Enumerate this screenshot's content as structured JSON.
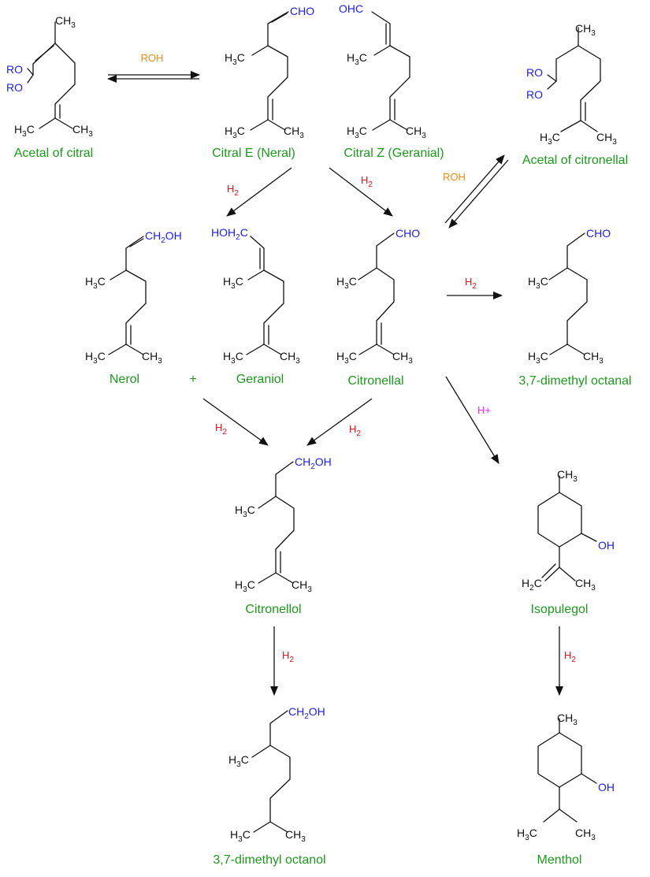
{
  "colors": {
    "bond": "#111111",
    "name": "#1c9a1c",
    "functional_group": "#1a1aff",
    "hydrogen": "#e01010",
    "alcohol_reagent": "#f08a10",
    "acid": "#ee22ee"
  },
  "compounds": {
    "acetal_citral": {
      "name": "Acetal of citral",
      "ro1": "RO",
      "ro2": "RO"
    },
    "citral_e": {
      "name": "Citral E (Neral)",
      "group": "CHO"
    },
    "citral_z": {
      "name": "Citral Z (Geranial)",
      "group": "OHC"
    },
    "acetal_citronellal": {
      "name": "Acetal of citronellal",
      "ro1": "RO",
      "ro2": "RO"
    },
    "nerol": {
      "name": "Nerol",
      "group": "CH2OH"
    },
    "geraniol": {
      "name": "Geraniol",
      "group": "HOH2C"
    },
    "citronellal": {
      "name": "Citronellal",
      "group": "CHO"
    },
    "dimethyl_octanal": {
      "name": "3,7-dimethyl octanal",
      "group": "CHO"
    },
    "citronellol": {
      "name": "Citronellol",
      "group": "CH2OH"
    },
    "isopulegol": {
      "name": "Isopulegol",
      "group": "OH"
    },
    "dimethyl_octanol": {
      "name": "3,7-dimethyl octanol",
      "group": "CH2OH"
    },
    "menthol": {
      "name": "Menthol",
      "group": "OH"
    }
  },
  "plus_sign": "+",
  "atoms": {
    "ch3": "CH3",
    "h3c": "H3C",
    "h2c": "H2C"
  },
  "reagents": {
    "roh_1": "ROH",
    "roh_2": "ROH",
    "h2_neral": "H2",
    "h2_geranial": "H2",
    "h2_citronellal": "H2",
    "h2_nerol": "H2",
    "h2_citronellal_2": "H2",
    "h_plus": "H+",
    "h2_citronellol": "H2",
    "h2_isopulegol": "H2"
  }
}
